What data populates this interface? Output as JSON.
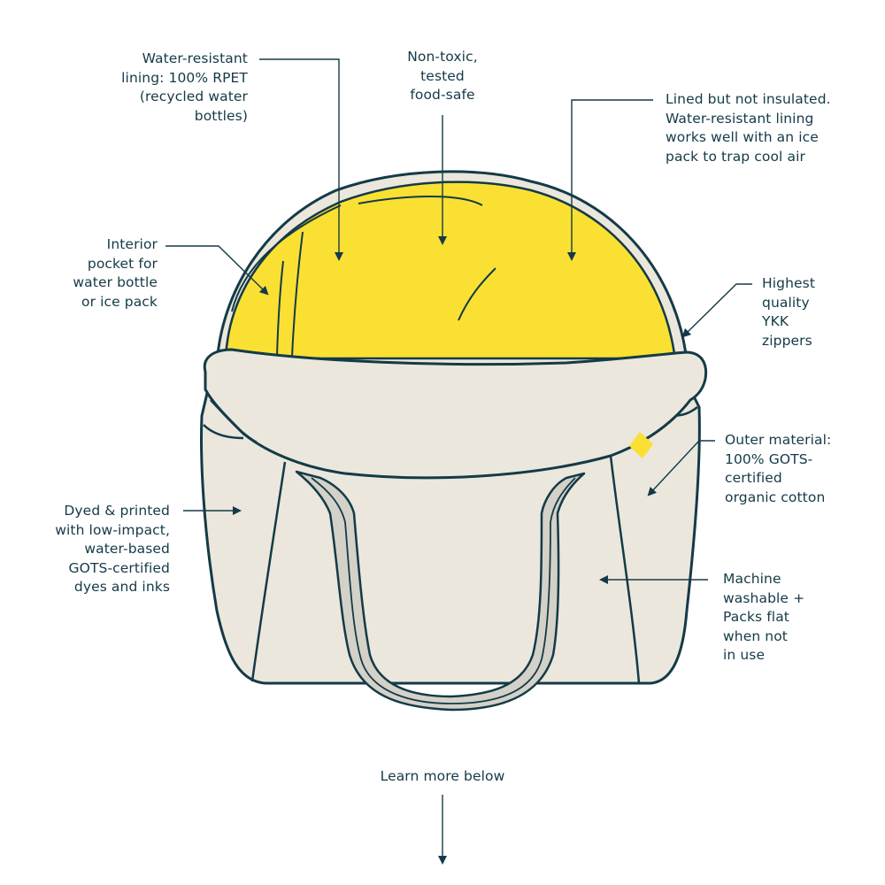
{
  "colors": {
    "ink": "#143a47",
    "lining_yellow": "#fae033",
    "canvas": "#ebe7dc",
    "handle": "#d4d1c8",
    "background": "#ffffff"
  },
  "callouts": {
    "rpet_lining": {
      "lines": [
        "Water-resistant",
        "lining: 100% RPET",
        "(recycled water",
        "bottles)"
      ]
    },
    "non_toxic": {
      "lines": [
        "Non-toxic,",
        "tested",
        "food-safe"
      ]
    },
    "not_insulated": {
      "lines": [
        "Lined but not insulated.",
        "Water-resistant lining",
        "works well with an ice",
        "pack to trap cool air"
      ]
    },
    "interior_pocket": {
      "lines": [
        "Interior",
        "pocket for",
        "water bottle",
        "or ice pack"
      ]
    },
    "zippers": {
      "lines": [
        "Highest",
        "quality",
        "YKK",
        "zippers"
      ]
    },
    "outer_material": {
      "lines": [
        "Outer material:",
        "100% GOTS-",
        "certified",
        "organic cotton"
      ]
    },
    "dyes": {
      "lines": [
        "Dyed & printed",
        "with low-impact,",
        "water-based",
        "GOTS-certified",
        "dyes and inks"
      ]
    },
    "washable": {
      "lines": [
        "Machine",
        "washable +",
        "Packs flat",
        "when not",
        "in use"
      ]
    },
    "learn_more": {
      "label": "Learn more below"
    }
  }
}
